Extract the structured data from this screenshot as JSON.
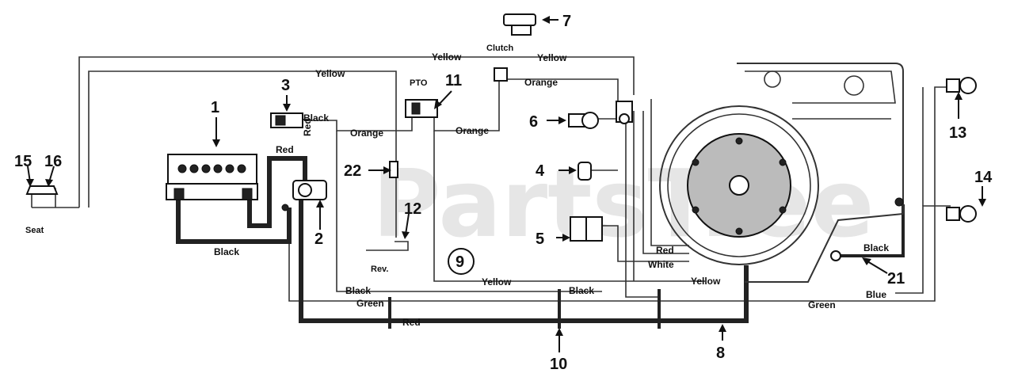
{
  "watermark": "PartsTree",
  "wire_labels": {
    "yellow_top": "Yellow",
    "yellow_top_right": "Yellow",
    "yellow_left": "Yellow",
    "yellow_bottom": "Yellow",
    "yellow_bottom_right": "Yellow",
    "orange_left": "Orange",
    "orange_mid": "Orange",
    "orange_top": "Orange",
    "black_switch": "Black",
    "black_battery": "Black",
    "black_bottom_left": "Black",
    "black_bottom_mid": "Black",
    "black_right": "Black",
    "red_top": "Red",
    "red_vertical": "Red",
    "red_bottom": "Red",
    "red_engine": "Red",
    "white_engine": "White",
    "green_left": "Green",
    "green_right": "Green",
    "blue": "Blue"
  },
  "component_labels": {
    "clutch": "Clutch",
    "pto": "PTO",
    "seat": "Seat",
    "rev": "Rev."
  },
  "callouts": [
    "1",
    "2",
    "3",
    "4",
    "5",
    "6",
    "7",
    "8",
    "9",
    "10",
    "11",
    "12",
    "13",
    "14",
    "15",
    "16",
    "21",
    "22"
  ]
}
